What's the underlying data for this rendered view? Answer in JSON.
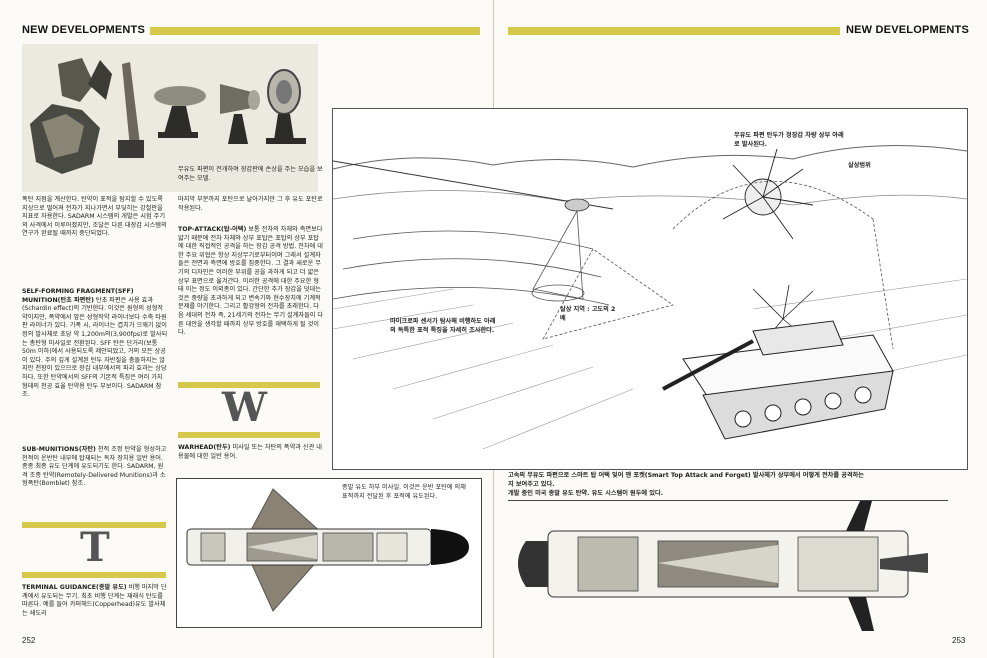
{
  "header": {
    "left": "NEW DEVELOPMENTS",
    "right": "NEW DEVELOPMENTS"
  },
  "page_numbers": {
    "left": "252",
    "right": "253"
  },
  "left_col1": {
    "intro": "폭탄 지점을 계산한다. 탄약이 표적을 탐지할 수 있도록 지상으로 떨어져 전차가 지나가면서 부딪히는 강철판을 지표로 자용한다. SADARM 시스템의 개발은 시험 주기의 사격에서 이루어졌지만, 조달은 다른 대장갑 시스템의 연구가 완료될 때까지 중단되었다.",
    "sff_title": "SELF-FORMING FRAGMENT(SFF) MUNITION(탄초 파편탄)",
    "sff_body": "탄초 파편은 사용 효과(Schardin effect)의 기반한다. 이것은 원형의 성형작약이지만, 폭약에서 앞은 성형작약 라이너보다 수축 타원 판 라이너가 있다. 기폭 시, 라이너는 겹치가 으깨기 없이 정의 발사체로 초당 약 1,200m의(3,900fps)로 발사되는 총탄형 미사일로 전환된다. SFF 탄은 단거리(보통 50m 이하)에서 사용되도록 제안되었고, 거의 모든 상공이 있다. 주의 깊게 설계된 탄두 자반질을 충돌하지는 않지만 천장이 있으므로 장갑 내부에서의 파괴 효과는 상당하다. 또한 탄약에서의 SFF의 기본적 특징은 여러 가지 형태의 천공 효율 탄약용 탄두 부보이다. SADARM 참조.",
    "sub_title": "SUB-MUNITIONS(자탄)",
    "sub_body": "천적 조정 탄약을 형성하고 천적이 운반탄 내부에 탑재되는 독자 장치용 일반 용어. 종종 최종 유도 단계에 유도되기도 한다. SADARM, 원격 조종 탄약(Remotely-Delivered Munitions)과 소형폭탄(Bomblet) 참조.",
    "letter_t": "T",
    "terminal_title": "TERMINAL GUIDANCE(종말 유도)",
    "terminal_body": "비행 마지막 단계에서 유도되는 무기. 최초 비행 단계는 재래식 탄도를 따른다. 예를 들어 카퍼헤드(Copperhead)유도 발사체는 쇄도리"
  },
  "left_col2": {
    "photo_caption": "무유도 파편이 전개하여 장갑판에 손상을 주는 모습을 보여주는 모델.",
    "photo_caption2": "마지막 부분까지 포탄으로 날아가지만 그 후 유도 포탄로 작용된다.",
    "topattack_title": "TOP-ATTACK(탑-어택)",
    "topattack_body": "보통 전차의 차체와 측면보다 얇기 때문에 전차 차체와 상부 포탑은 포탑의 상부 포탑에 대한 직접적인 공격을 하는 장갑 공격 방법. 전차에 대한 주요 위협은 항상 지상무기로부터이며 그래서 설계자들은 전면과 측면에 방호를 집중한다. 그 결과 새로운 무기의 디자인은 이러한 부위를 공을 과하게 되고 더 얇은 상부 표면으로 옮겨간다. 이러한 공격에 대한 주요한 형태 이는 정도 이외종이 있다. 간단한 추가 장갑을 덧대는 것은 중량을 초과하게 되고 변속기와 현수장치에 기계적 문제를 야기한다. 그리고 활강형의 전차를 초래한다. 다음 세대의 전차 즉, 21세기의 전차는 무기 설계자들이 다른 대안을 생각할 때까지 상부 방호를 재택하게 될 것이다.",
    "letter_w": "W",
    "warhead_title": "WARHEAD(탄두)",
    "warhead_body": "미사일 또는 자탄의 폭약과 신관 내용물에 대한 일반 용어.",
    "missile_caption": "종말 유도 하부 미사일. 이것은 운반 포탄에 의해 표적까지 전달된 후 포적에 유도된다."
  },
  "right_page": {
    "label_dispersion": "무유도 파편 탄두가 정장갑 차량 상부 아래로 발사된다.",
    "label_range": "살상범위",
    "label_sensor": "마이크로파 센서가 탐사해 비행하도 아래의 독특한 표적 특징을 자세히 조사한다.",
    "label_kill_zone": "살상 지역 : 고도의 2배",
    "caption_main": "고속의 무유도 파편으로 스마트 탑 어택 잊어 앤 포켓(Smart Top Attack and Forget) 발사체가 상부에서 어떻게 전차를 공격하는지 보여주고 있다.",
    "caption_missile": "개발 중인 미국 종말 유도 탄약. 유도 시스템이 원두에 있다."
  }
}
